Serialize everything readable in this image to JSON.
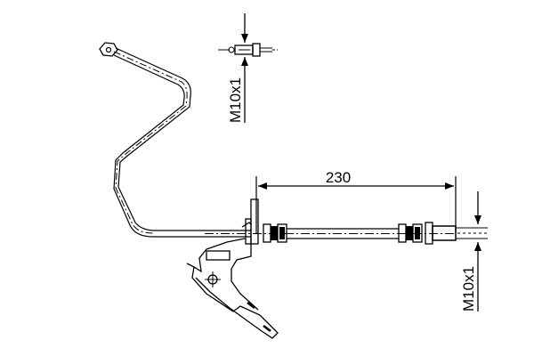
{
  "drawing": {
    "type": "brake hose technical drawing",
    "line_color": "#000000",
    "background": "#ffffff"
  },
  "dimensions": {
    "length": {
      "value": "230",
      "label": "230"
    },
    "thread_top": {
      "label": "M10x1"
    },
    "thread_right": {
      "label": "M10x1"
    }
  }
}
